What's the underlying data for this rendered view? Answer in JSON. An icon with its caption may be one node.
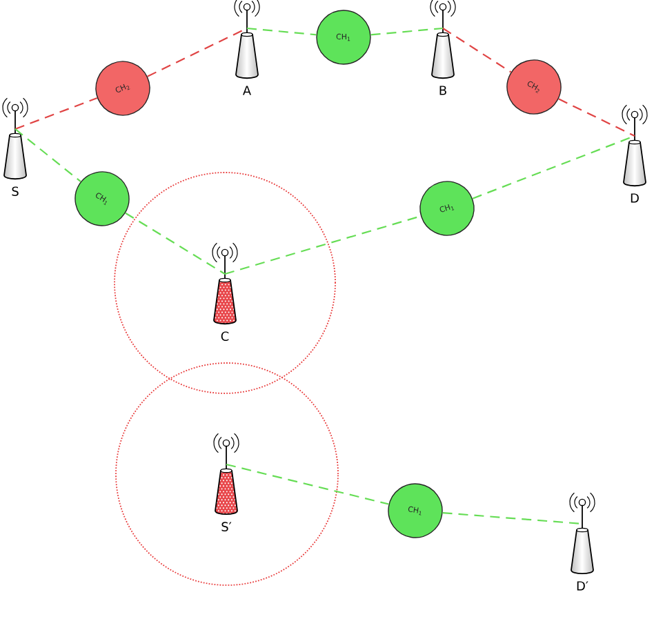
{
  "diagram": {
    "nodes": [
      {
        "text": [],
        "shape": "picture",
        "beside": [
          "S"
        ]
      },
      {
        "text": [
          "CH$_{2}$"
        ]
      },
      {
        "text": [],
        "shape": "picture",
        "beside": [
          "A"
        ]
      },
      {
        "text": [
          "CH$_{1}$"
        ]
      },
      {
        "text": [],
        "shape": "picture",
        "beside": [
          "B"
        ]
      },
      {
        "text": [
          "CH$_{2}$"
        ]
      },
      {
        "text": [],
        "shape": "picture",
        "beside": [
          "D"
        ]
      },
      {
        "text": [
          "CH$_{1}$"
        ]
      },
      {
        "text": [],
        "shape": "picture",
        "beside": [
          "C"
        ]
      },
      {
        "text": [
          "CH$_{1}$"
        ]
      },
      {
        "text": [],
        "shape": "picture",
        "beside": [
          "S′"
        ]
      },
      {
        "text": [
          "CH$_{1}$"
        ]
      },
      {
        "text": [],
        "shape": "picture",
        "beside": [
          "D′"
        ]
      }
    ],
    "edges": [
      {
        "from": 0,
        "to": 1,
        "arrow": "none",
        "style": "dashed",
        "color": "#e04444"
      },
      {
        "from": 1,
        "to": 2,
        "arrow": "none",
        "style": "dashed",
        "color": "#e04444"
      },
      {
        "from": 2,
        "to": 3,
        "arrow": "none",
        "style": "dashed"
      },
      {
        "from": 3,
        "to": 4,
        "arrow": "none",
        "style": "dashed"
      },
      {
        "from": 4,
        "to": 5,
        "arrow": "none",
        "style": "dashed",
        "color": "#e04444"
      },
      {
        "from": 5,
        "to": 6,
        "arrow": "none",
        "style": "dashed",
        "color": "#e04444"
      },
      {
        "from": 0,
        "to": 7,
        "arrow": "none",
        "style": "dashed"
      },
      {
        "from": 7,
        "to": 8,
        "arrow": "none",
        "style": "dashed"
      },
      {
        "from": 8,
        "to": 9,
        "arrow": "none",
        "style": "dashed"
      },
      {
        "from": 9,
        "to": 6,
        "arrow": "none",
        "style": "dashed"
      },
      {
        "from": 10,
        "to": 11,
        "arrow": "none",
        "style": "dashed"
      },
      {
        "from": 11,
        "to": 12,
        "arrow": "none",
        "style": "dashed"
      }
    ]
  }
}
